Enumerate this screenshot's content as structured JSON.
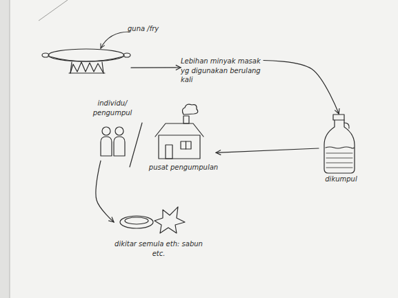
{
  "diagram": {
    "nodes": [
      {
        "text": [
          "guna /fry"
        ]
      },
      {
        "text": [
          "Lebihan minyak masak yg digunakan berulang kali"
        ]
      },
      {
        "text": [
          "dikumpul"
        ]
      },
      {
        "text": [
          "individu/ pengumpul"
        ]
      },
      {
        "text": [
          "pusat pengumpulan"
        ]
      },
      {
        "text": [
          "dikitar semula eth: sabun etc."
        ]
      }
    ],
    "edges": [
      {
        "from": 0,
        "to": 1,
        "arrow": "to"
      },
      {
        "from": 1,
        "to": 2,
        "arrow": "to"
      },
      {
        "from": 2,
        "to": 4,
        "arrow": "to"
      },
      {
        "from": 3,
        "to": 5,
        "arrow": "to"
      }
    ]
  }
}
